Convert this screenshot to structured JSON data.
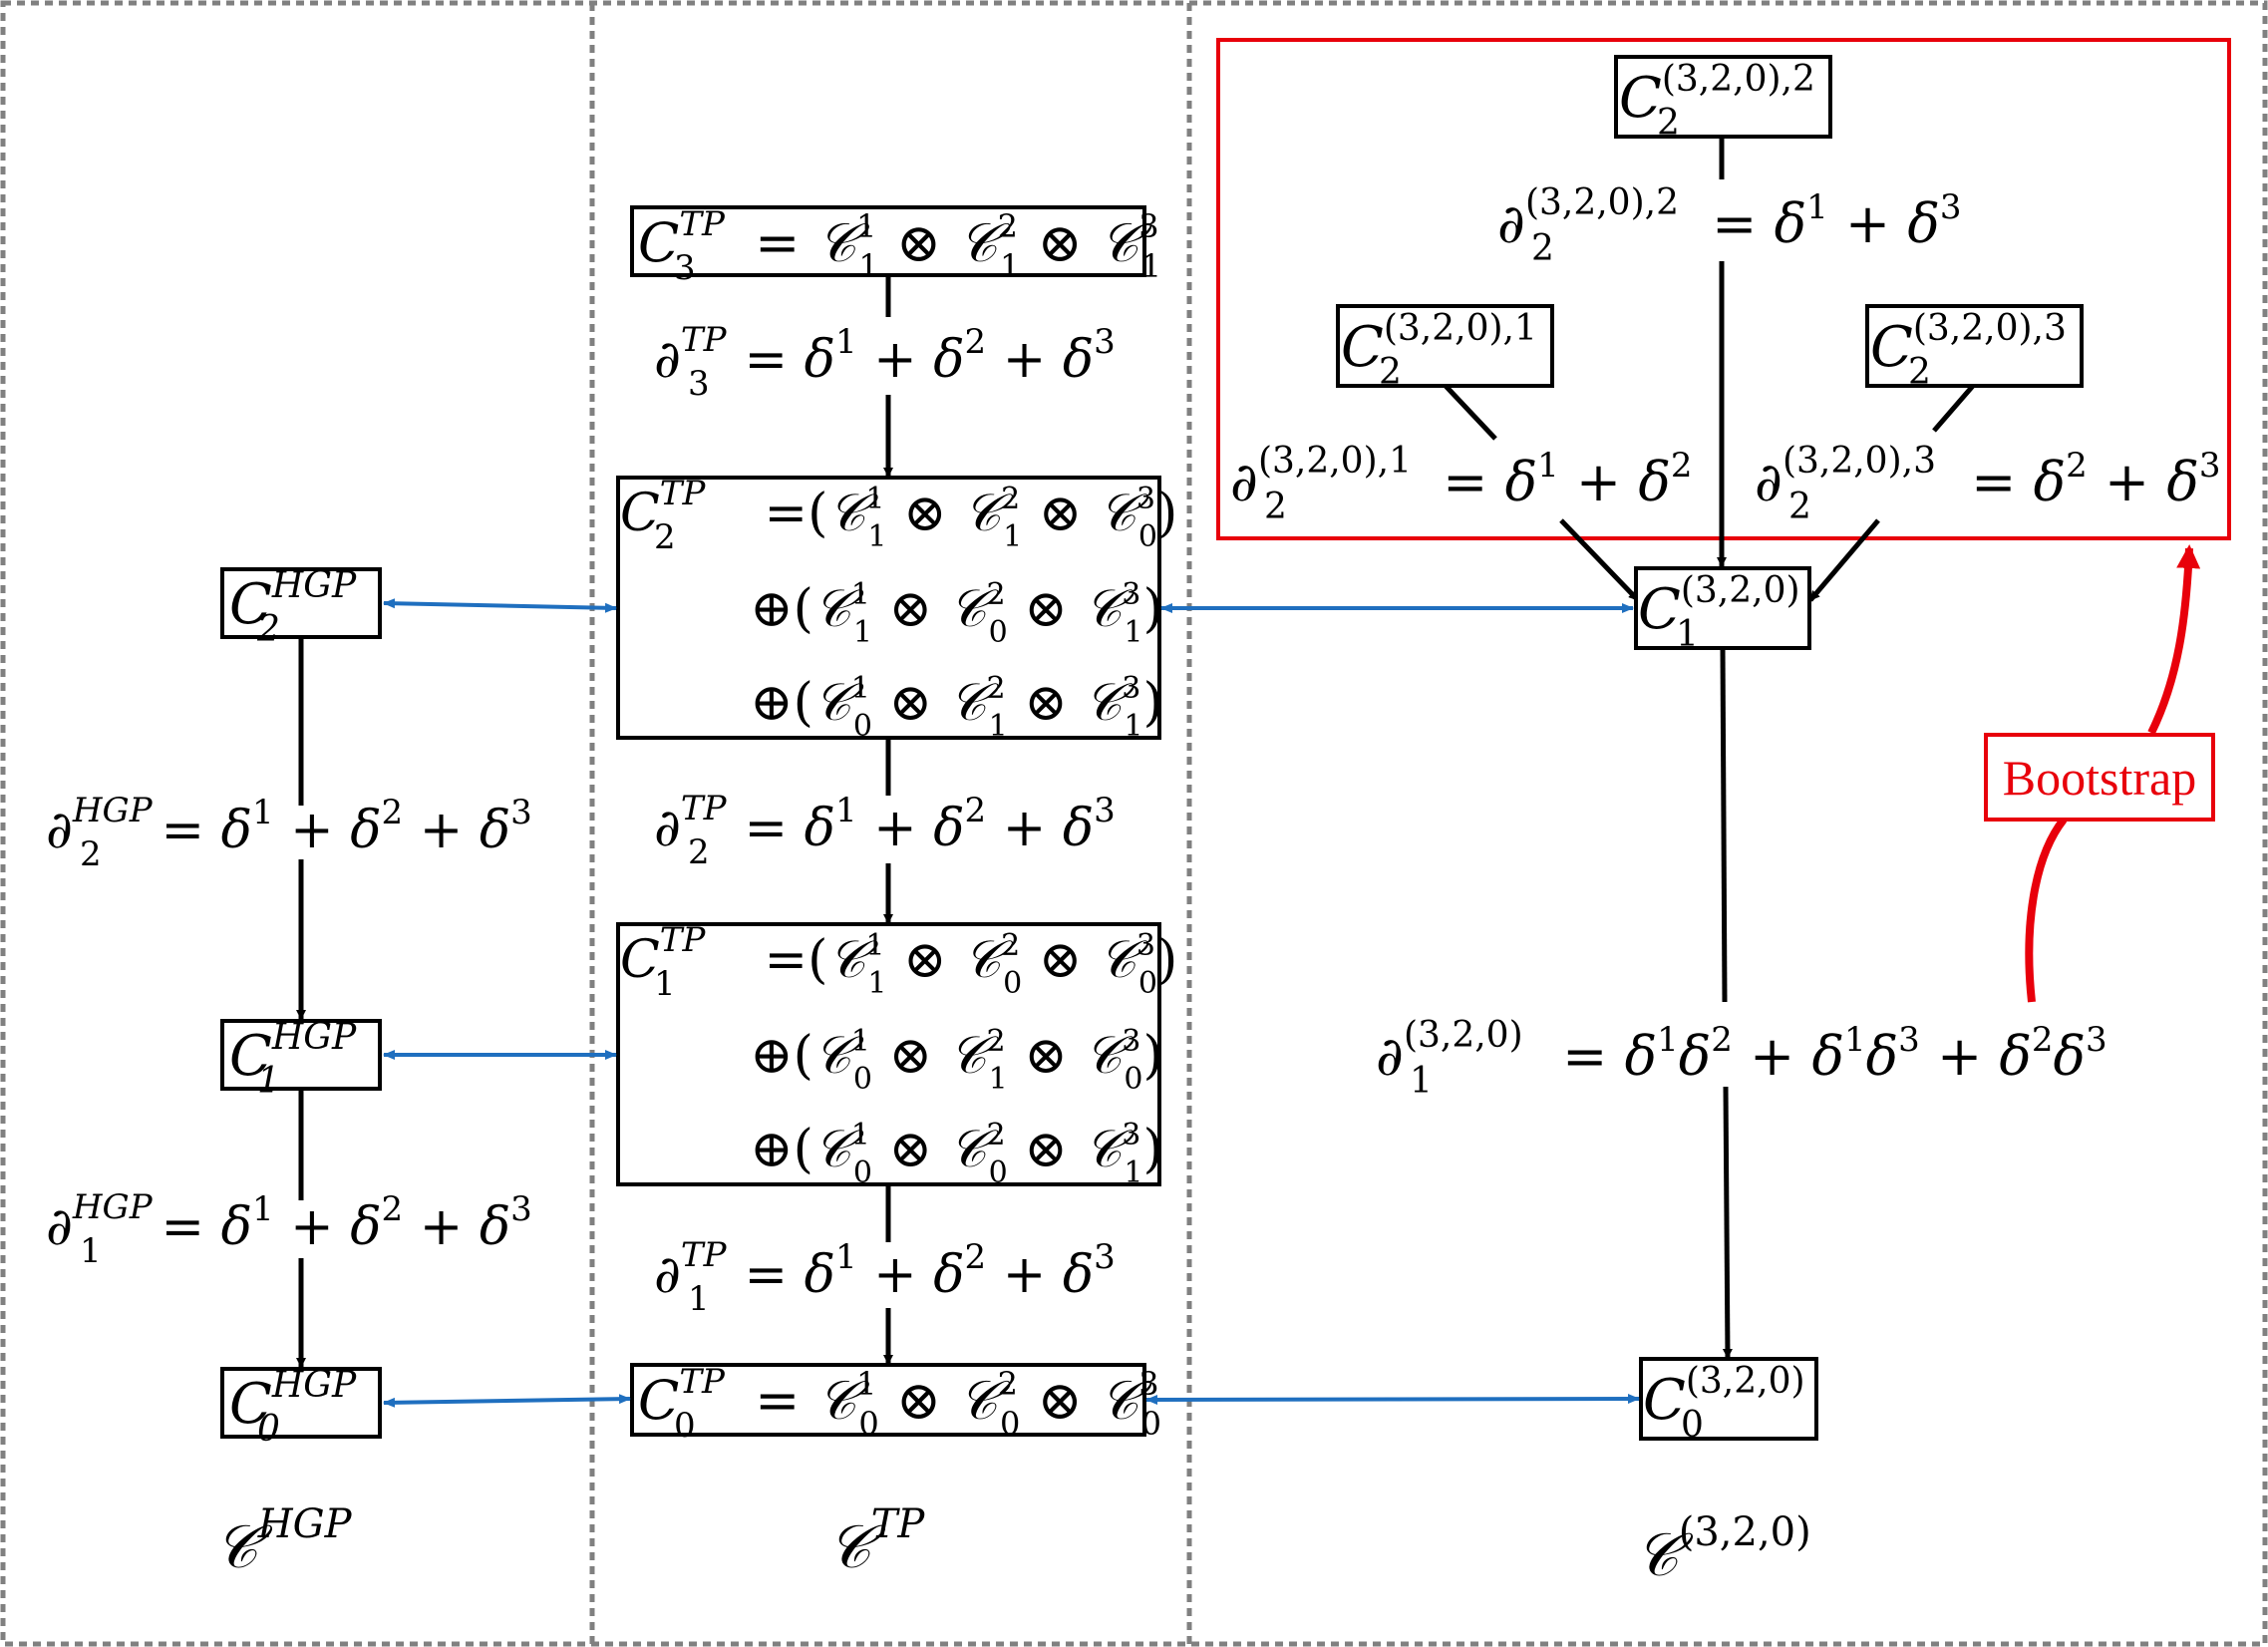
{
  "colors": {
    "divider": "#808080",
    "box": "#000000",
    "bidir_arrow": "#1f6fbf",
    "bootstrap": "#e8000b"
  },
  "columns": {
    "hgp": "𝒞^{HGP}",
    "tp": "𝒞^{TP}",
    "code": "𝒞^{(3,2,0)}"
  },
  "hgp": {
    "c2": "C_2^{HGP}",
    "c1": "C_1^{HGP}",
    "c0": "C_0^{HGP}",
    "d2": "∂_2^{HGP} = δ¹ + δ² + δ³",
    "d1": "∂_1^{HGP} = δ¹ + δ² + δ³"
  },
  "tp": {
    "c3": "C_3^{TP} = 𝒞₁¹ ⊗ 𝒞₁² ⊗ 𝒞₁³",
    "d3": "∂_3^{TP} = δ¹ + δ² + δ³",
    "c2_lines": [
      "C_2^{TP} =(𝒞₁¹ ⊗ 𝒞₁² ⊗ 𝒞₀³)",
      "⊕(𝒞₁¹ ⊗ 𝒞₀² ⊗ 𝒞₁³)",
      "⊕(𝒞₀¹ ⊗ 𝒞₁² ⊗ 𝒞₁³)"
    ],
    "d2": "∂_2^{TP} = δ¹ + δ² + δ³",
    "c1_lines": [
      "C_1^{TP} =(𝒞₁¹ ⊗ 𝒞₀² ⊗ 𝒞₀³)",
      "⊕(𝒞₀¹ ⊗ 𝒞₁² ⊗ 𝒞₀³)",
      "⊕(𝒞₀¹ ⊗ 𝒞₀² ⊗ 𝒞₁³)"
    ],
    "d1": "∂_1^{TP} = δ¹ + δ² + δ³",
    "c0": "C_0^{TP} = 𝒞₀¹ ⊗ 𝒞₀² ⊗ 𝒞₀³"
  },
  "code": {
    "c2_2": "C_2^{(3,2,0),2}",
    "c2_1": "C_2^{(3,2,0),1}",
    "c2_3": "C_2^{(3,2,0),3}",
    "d2_2": "∂_2^{(3,2,0),2} = δ¹ + δ³",
    "d2_1": "∂_2^{(3,2,0),1} = δ¹ + δ²",
    "d2_3": "∂_2^{(3,2,0),3} = δ² + δ³",
    "c1": "C_1^{(3,2,0)}",
    "d1": "∂_1^{(3,2,0)} = δ¹δ² + δ¹δ³ + δ²δ³",
    "c0": "C_0^{(3,2,0)}",
    "bootstrap": "Bootstrap"
  }
}
